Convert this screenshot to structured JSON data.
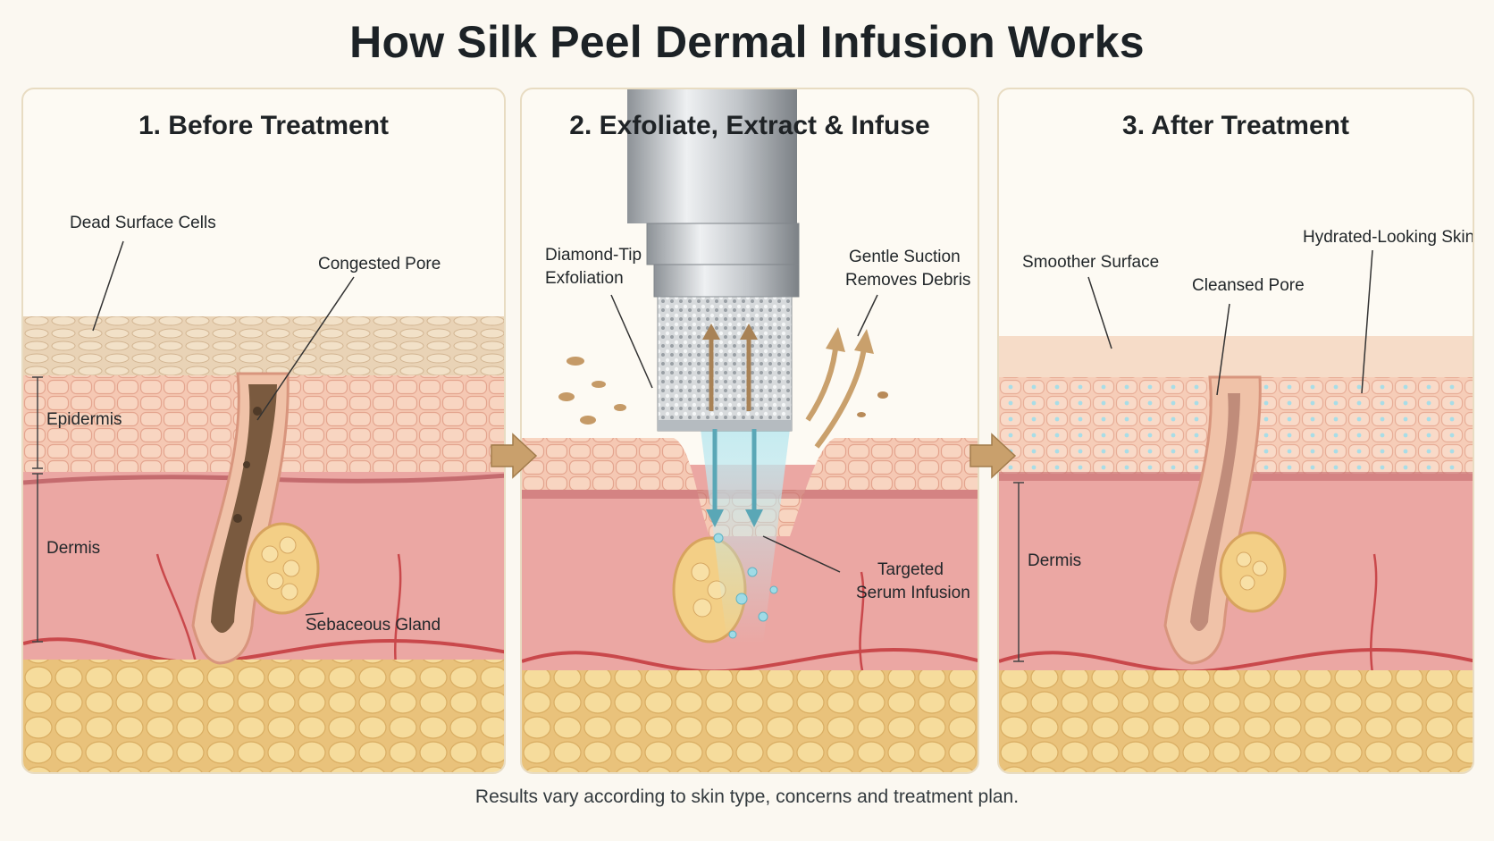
{
  "title": "How Silk Peel Dermal Infusion Works",
  "panels": [
    {
      "heading": "1. Before Treatment",
      "labels": {
        "dead_cells": "Dead Surface Cells",
        "congested_pore": "Congested Pore",
        "epidermis": "Epidermis",
        "dermis": "Dermis",
        "sebaceous_gland": "Sebaceous Gland"
      }
    },
    {
      "heading": "2. Exfoliate, Extract & Infuse",
      "labels": {
        "diamond_line1": "Diamond-Tip",
        "diamond_line2": "Exfoliation",
        "suction_line1": "Gentle Suction",
        "suction_line2": "Removes Debris",
        "serum_line1": "Targeted",
        "serum_line2": "Serum Infusion"
      }
    },
    {
      "heading": "3. After Treatment",
      "labels": {
        "smoother": "Smoother Surface",
        "cleansed": "Cleansed Pore",
        "hydrated": "Hydrated-Looking Skin",
        "dermis": "Dermis"
      }
    }
  ],
  "footnote": "Results vary according to skin type, concerns and treatment plan.",
  "colors": {
    "epidermis": "#f3c3ad",
    "dermis": "#eba4a0",
    "fat": "#f4d795",
    "dead_cells": "#eed9bf",
    "arrow": "#c9a06c",
    "serum": "#8fd3df",
    "debris": "#b88a58"
  },
  "icons": {
    "step_arrow": "chevron-right-arrow-icon"
  }
}
